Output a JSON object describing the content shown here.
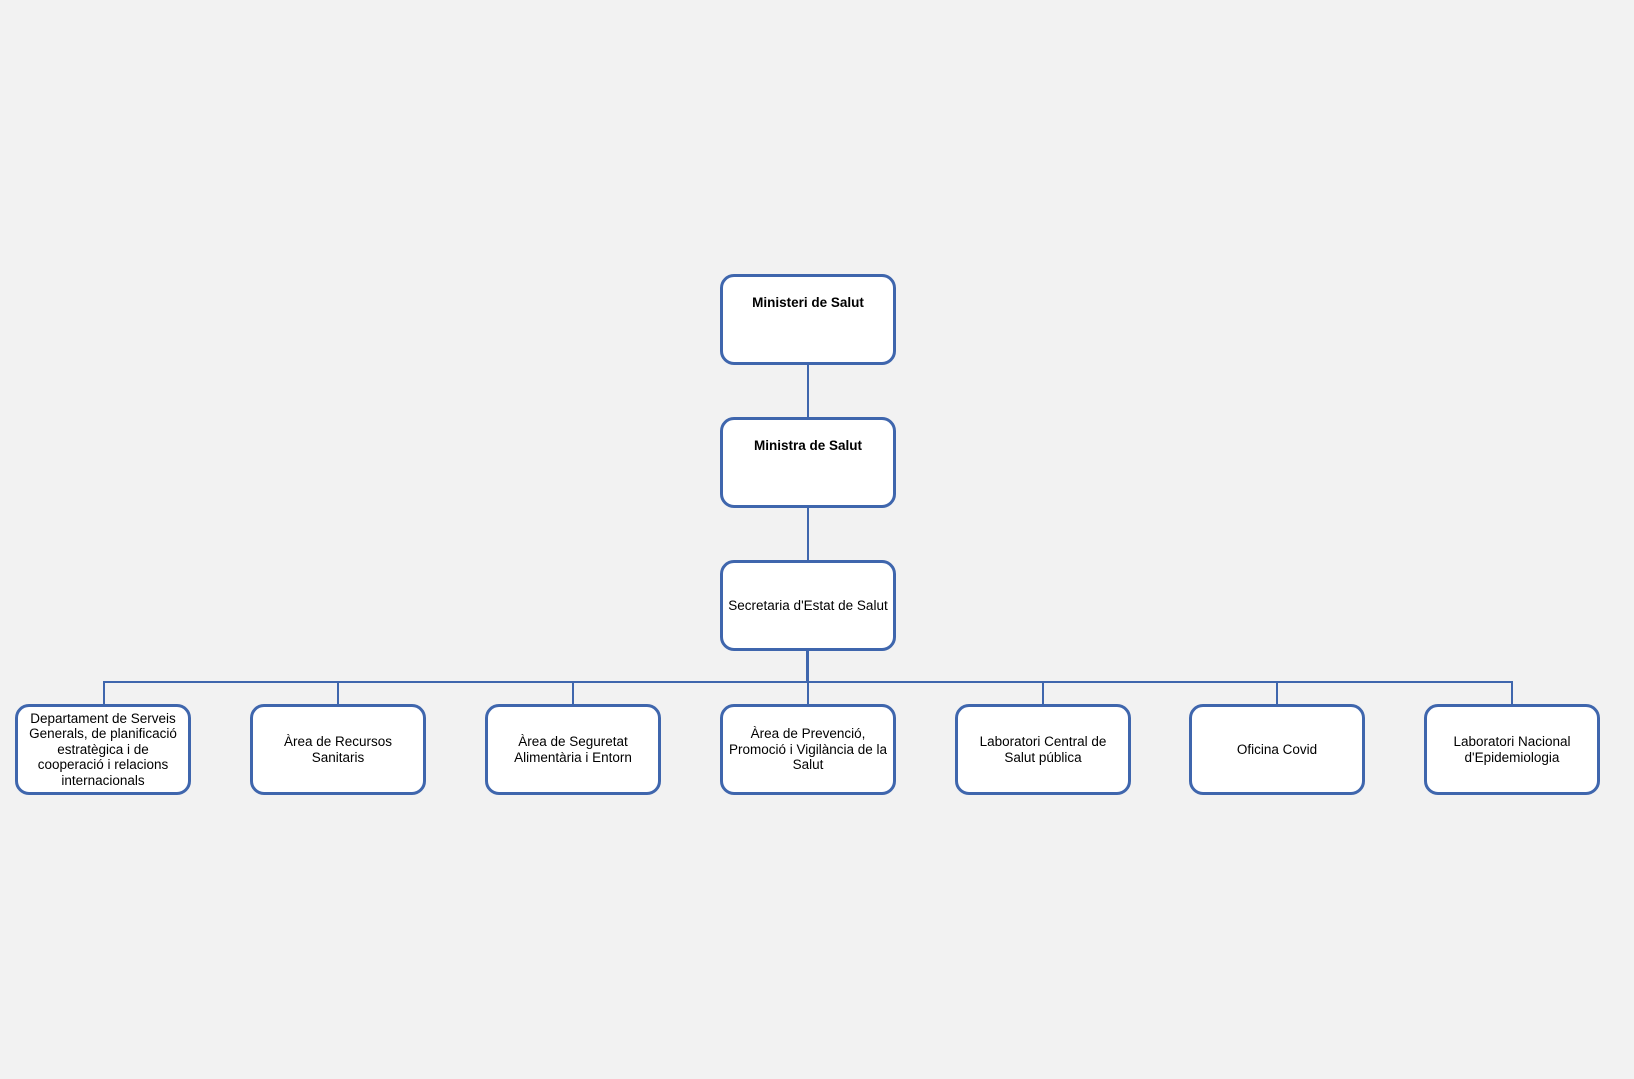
{
  "org_chart": {
    "root": {
      "label": "Ministeri de Salut",
      "child": {
        "label": "Ministra de Salut",
        "child": {
          "label": "Secretaria d'Estat de Salut",
          "children": [
            {
              "label": "Departament de Serveis Generals, de planificació estratègica i de cooperació i relacions internacionals"
            },
            {
              "label": "Àrea de Recursos Sanitaris"
            },
            {
              "label": "Àrea de Seguretat Alimentària i Entorn"
            },
            {
              "label": "Àrea de Prevenció, Promoció i Vigilància de la Salut"
            },
            {
              "label": "Laboratori Central de Salut pública"
            },
            {
              "label": "Oficina Covid"
            },
            {
              "label": "Laboratori Nacional d'Epidemiologia"
            }
          ]
        }
      }
    },
    "colors": {
      "background": "#f2f2f2",
      "box_fill": "#ffffff",
      "box_border": "#3f66ad",
      "connector": "#3f66ad"
    }
  }
}
